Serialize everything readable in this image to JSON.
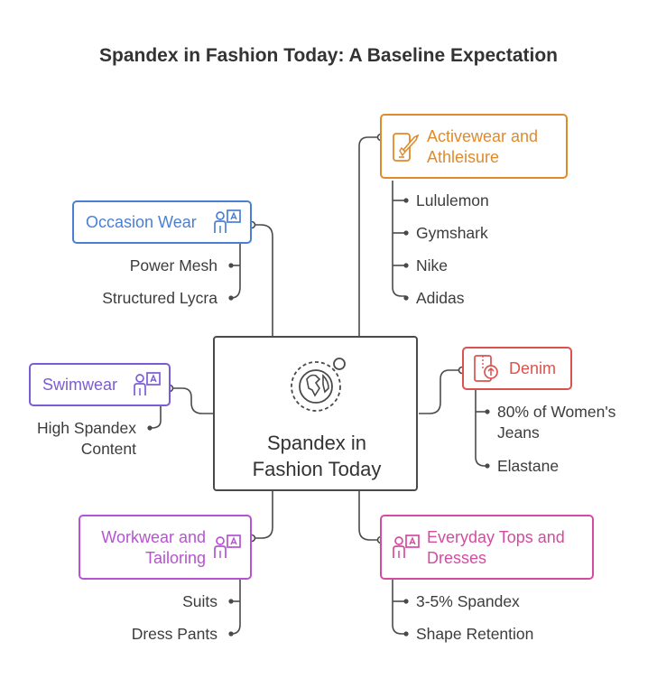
{
  "title": "Spandex in Fashion Today: A Baseline Expectation",
  "center": {
    "label_line1": "Spandex in",
    "label_line2": "Fashion Today",
    "icon": "globe-icon"
  },
  "branches": {
    "activewear": {
      "label_line1": "Activewear and",
      "label_line2": "Athleisure",
      "color": "#e08a2c",
      "icon": "rocket-phone-icon",
      "items": [
        "Lululemon",
        "Gymshark",
        "Nike",
        "Adidas"
      ]
    },
    "occasion": {
      "label": "Occasion Wear",
      "color": "#4a7fd4",
      "icon": "presenter-icon",
      "items": [
        "Power Mesh",
        "Structured Lycra"
      ]
    },
    "swimwear": {
      "label": "Swimwear",
      "color": "#7b5cd6",
      "icon": "presenter-icon",
      "items_line1": "High Spandex",
      "items_line2": "Content"
    },
    "denim": {
      "label": "Denim",
      "color": "#d9534f",
      "icon": "zipper-icon",
      "item1_line1": "80% of Women's",
      "item1_line2": "Jeans",
      "item2": "Elastane"
    },
    "workwear": {
      "label_line1": "Workwear and",
      "label_line2": "Tailoring",
      "color": "#b653d1",
      "icon": "presenter-icon",
      "items": [
        "Suits",
        "Dress Pants"
      ]
    },
    "everyday": {
      "label_line1": "Everyday Tops and",
      "label_line2": "Dresses",
      "color": "#d44ba0",
      "icon": "presenter-icon",
      "items": [
        "3-5% Spandex",
        "Shape Retention"
      ]
    }
  }
}
